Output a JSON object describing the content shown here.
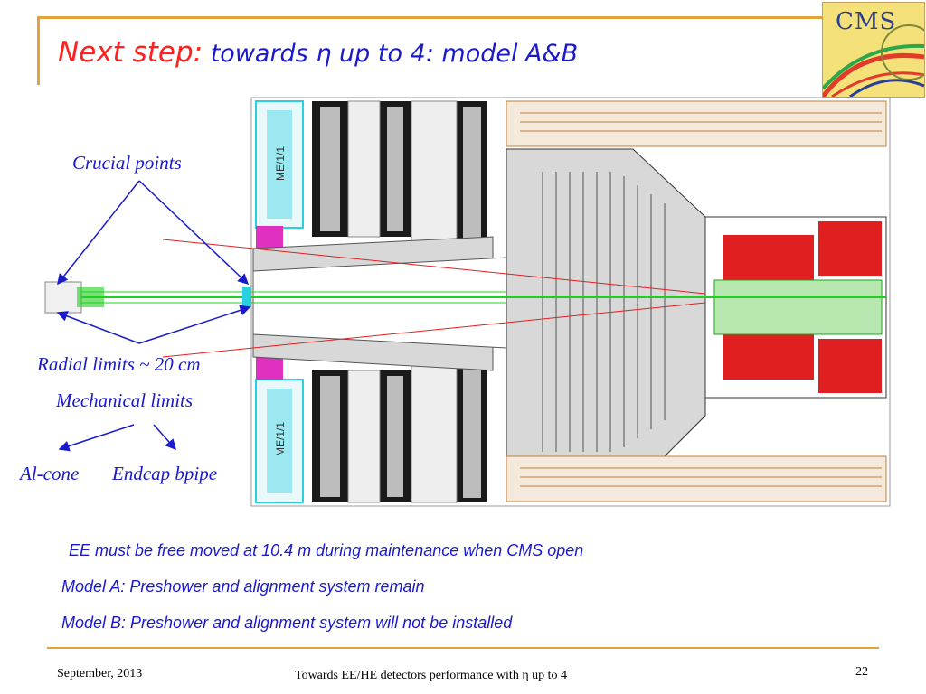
{
  "slide": {
    "title_part1": "Next step:",
    "title_part2": " towards η up to 4: model A&B",
    "logo_text": "CMS"
  },
  "diagram": {
    "labels": {
      "crucial_points": "Crucial points",
      "radial_limits": "Radial limits ~ 20 cm",
      "mechanical_limits": "Mechanical limits",
      "al_cone": "Al-cone",
      "endcap_bpipe": "Endcap bpipe",
      "me_upper": "ME/1/1",
      "me_lower": "ME/1/1"
    },
    "colors": {
      "arrow": "#1a1acc",
      "beam": "#20d020",
      "cyan": "#28d0e0",
      "magenta": "#e030c0",
      "red": "#e02020",
      "gray": "#bdbdbd",
      "dark": "#1a1a1a"
    }
  },
  "bullets": [
    "EE must be free moved at 10.4 m during maintenance  when CMS open",
    "Model A: Preshower and alignment system remain",
    "Model B: Preshower and alignment system will not be installed"
  ],
  "footer": {
    "date": "September, 2013",
    "subject": "Towards  EE/HE detectors performance with η up to 4",
    "page": "22"
  }
}
